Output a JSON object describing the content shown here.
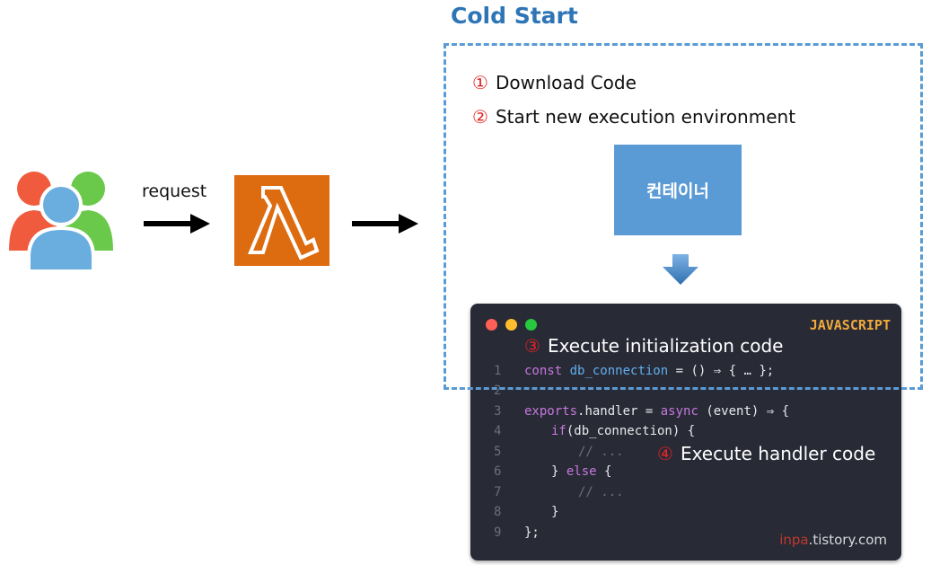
{
  "title": "Cold Start",
  "request_label": "request",
  "steps": [
    {
      "num": "①",
      "text": "Download Code"
    },
    {
      "num": "②",
      "text": "Start new execution environment"
    },
    {
      "num": "③",
      "text": "Execute initialization code"
    },
    {
      "num": "④",
      "text": "Execute handler code"
    }
  ],
  "container_label": "컨테이너",
  "code": {
    "language": "JAVASCRIPT",
    "line_numbers": [
      "1",
      "2",
      "3",
      "4",
      "5",
      "6",
      "7",
      "8",
      "9"
    ],
    "lines": [
      "const db_connection = () ⇒ { … };",
      "",
      "exports.handler = async (event) ⇒ {",
      "if(db_connection) {",
      "// ...",
      "} else {",
      "// ...",
      "}",
      "};"
    ]
  },
  "watermark": {
    "a": "inpa",
    "b": ".tistory.com"
  },
  "colors": {
    "title": "#2e75b6",
    "dashed_border": "#5b9bd5",
    "container": "#5b9bd5",
    "lambda": "#dd6b10",
    "step_number": "#e02424",
    "code_bg": "#282a36",
    "language": "#f0a93b"
  },
  "icons": [
    "users-icon",
    "lambda-icon",
    "arrow-right-icon",
    "arrow-down-icon",
    "window-dot-icon"
  ]
}
